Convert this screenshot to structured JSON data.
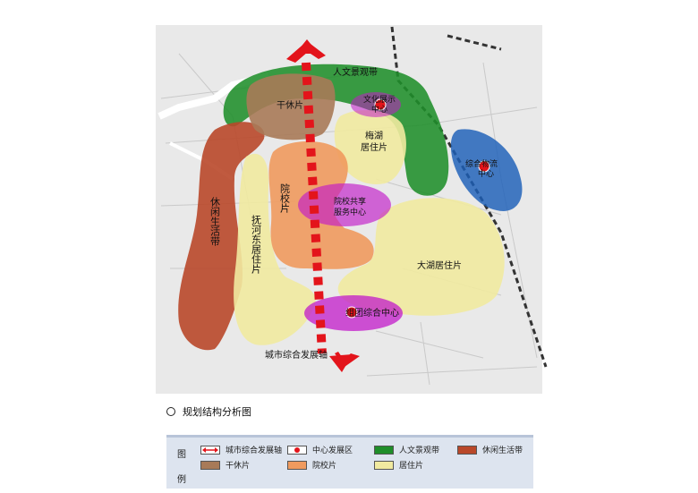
{
  "map": {
    "labels": {
      "renwen": "人文景观带",
      "wenhua_1": "文化展示",
      "wenhua_2": "中心",
      "ganxiu": "干休片",
      "meihu_1": "梅湖",
      "meihu_2": "居住片",
      "wuliu_1": "综合物流",
      "wuliu_2": "中心",
      "xiuxian": "休闲生活带",
      "fuhe": "抚河东居住片",
      "yuanxiao": "院校片",
      "gongxiang_1": "院校共享",
      "gongxiang_2": "服务中心",
      "dahu": "大湖居住片",
      "zutuan": "组团综合中心",
      "axis": "城市综合发展轴"
    }
  },
  "title": "规划结构分析图",
  "legend": {
    "heading": "图例",
    "items": [
      {
        "label": "城市综合发展轴",
        "swatch": "axis"
      },
      {
        "label": "中心发展区",
        "swatch": "center"
      },
      {
        "label": "人文景观带",
        "swatch": "#1f8e2a"
      },
      {
        "label": "休闲生活带",
        "swatch": "#b9482a"
      },
      {
        "label": "干休片",
        "swatch": "#a87a58"
      },
      {
        "label": "院校片",
        "swatch": "#ef9a5e"
      },
      {
        "label": "居住片",
        "swatch": "#f1eaa0"
      }
    ]
  },
  "colors": {
    "green": "#1f8e2a",
    "red_band": "#b9482a",
    "ganxiu": "#a87a58",
    "yuanxiao": "#ef9a5e",
    "residential": "#f1eaa0",
    "magenta": "#c21ac9",
    "blue": "#1c5fb8",
    "axis_red": "#e3141b"
  }
}
